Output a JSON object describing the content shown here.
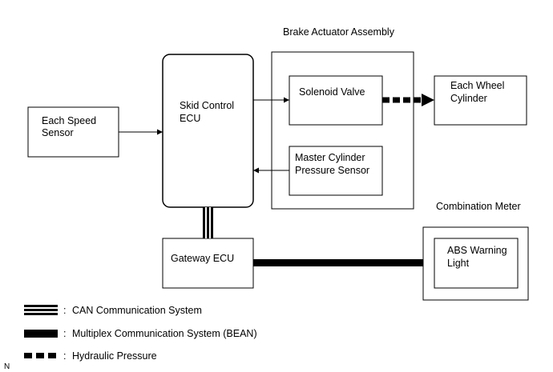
{
  "blocks": {
    "speed_sensor": {
      "line1": "Each Speed",
      "line2": "Sensor"
    },
    "skid_ecu": {
      "line1": "Skid Control",
      "line2": "ECU"
    },
    "actuator_group": {
      "title": "Brake Actuator Assembly"
    },
    "solenoid": {
      "line1": "Solenoid Valve"
    },
    "master_sensor": {
      "line1": "Master Cylinder",
      "line2": "Pressure Sensor"
    },
    "wheel_cylinder": {
      "line1": "Each Wheel",
      "line2": "Cylinder"
    },
    "gateway_ecu": {
      "line1": "Gateway ECU"
    },
    "combination_meter": {
      "title": "Combination Meter"
    },
    "abs_light": {
      "line1": "ABS Warning",
      "line2": "Light"
    }
  },
  "legend": {
    "can": "CAN Communication System",
    "bean": "Multiplex Communication System (BEAN)",
    "hydraulic": "Hydraulic Pressure",
    "separator": ":"
  },
  "corner_mark": "N"
}
